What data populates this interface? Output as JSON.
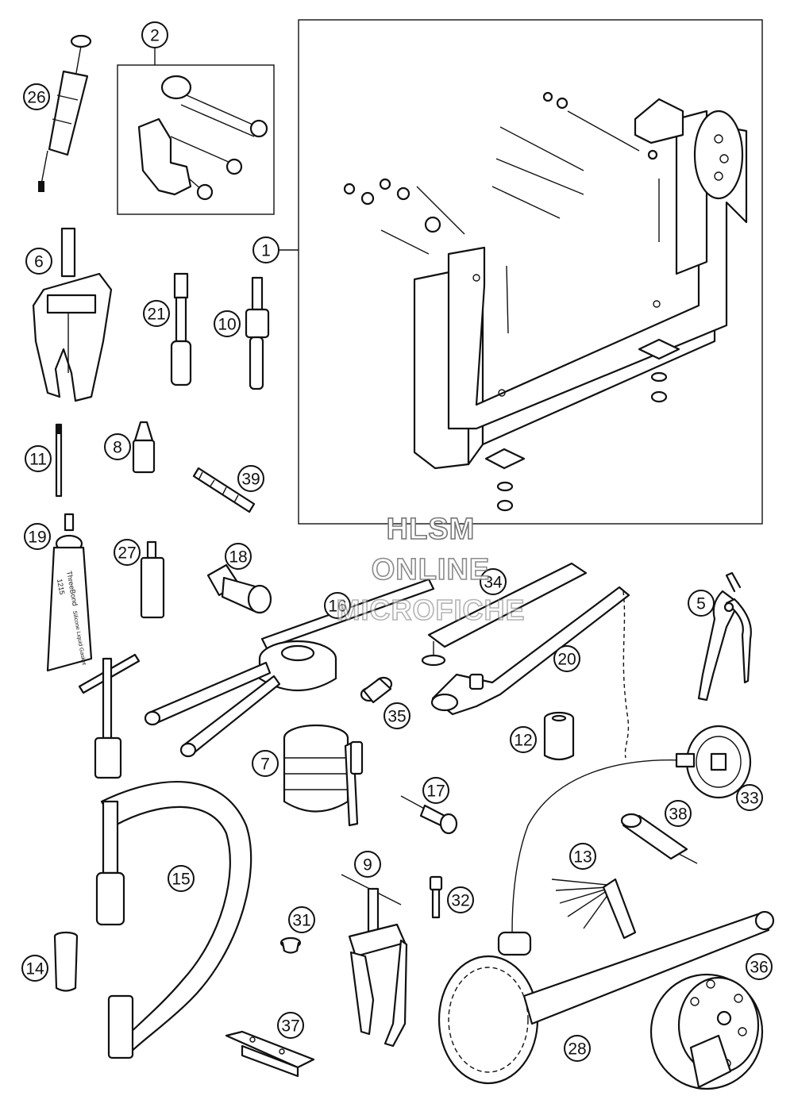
{
  "diagram": {
    "callouts": [
      {
        "id": "c1",
        "label": "1"
      },
      {
        "id": "c2",
        "label": "2"
      },
      {
        "id": "c5",
        "label": "5"
      },
      {
        "id": "c6",
        "label": "6"
      },
      {
        "id": "c7",
        "label": "7"
      },
      {
        "id": "c8",
        "label": "8"
      },
      {
        "id": "c9",
        "label": "9"
      },
      {
        "id": "c10",
        "label": "10"
      },
      {
        "id": "c11",
        "label": "11"
      },
      {
        "id": "c12",
        "label": "12"
      },
      {
        "id": "c13",
        "label": "13"
      },
      {
        "id": "c14",
        "label": "14"
      },
      {
        "id": "c15",
        "label": "15"
      },
      {
        "id": "c16",
        "label": "16"
      },
      {
        "id": "c17",
        "label": "17"
      },
      {
        "id": "c18",
        "label": "18"
      },
      {
        "id": "c19",
        "label": "19"
      },
      {
        "id": "c20",
        "label": "20"
      },
      {
        "id": "c21",
        "label": "21"
      },
      {
        "id": "c26",
        "label": "26"
      },
      {
        "id": "c27",
        "label": "27"
      },
      {
        "id": "c28",
        "label": "28"
      },
      {
        "id": "c31",
        "label": "31"
      },
      {
        "id": "c32",
        "label": "32"
      },
      {
        "id": "c33",
        "label": "33"
      },
      {
        "id": "c34",
        "label": "34"
      },
      {
        "id": "c35",
        "label": "35"
      },
      {
        "id": "c36",
        "label": "36"
      },
      {
        "id": "c37",
        "label": "37"
      },
      {
        "id": "c38",
        "label": "38"
      },
      {
        "id": "c39",
        "label": "39"
      }
    ],
    "tube_label_brand": "ThreeBond",
    "tube_label_code": "1215",
    "tube_label_text": "Silicone Liquid Gasket"
  },
  "watermark": {
    "line1": "HLSM",
    "line2": "ONLINE",
    "line3": "MICROFICHE"
  }
}
